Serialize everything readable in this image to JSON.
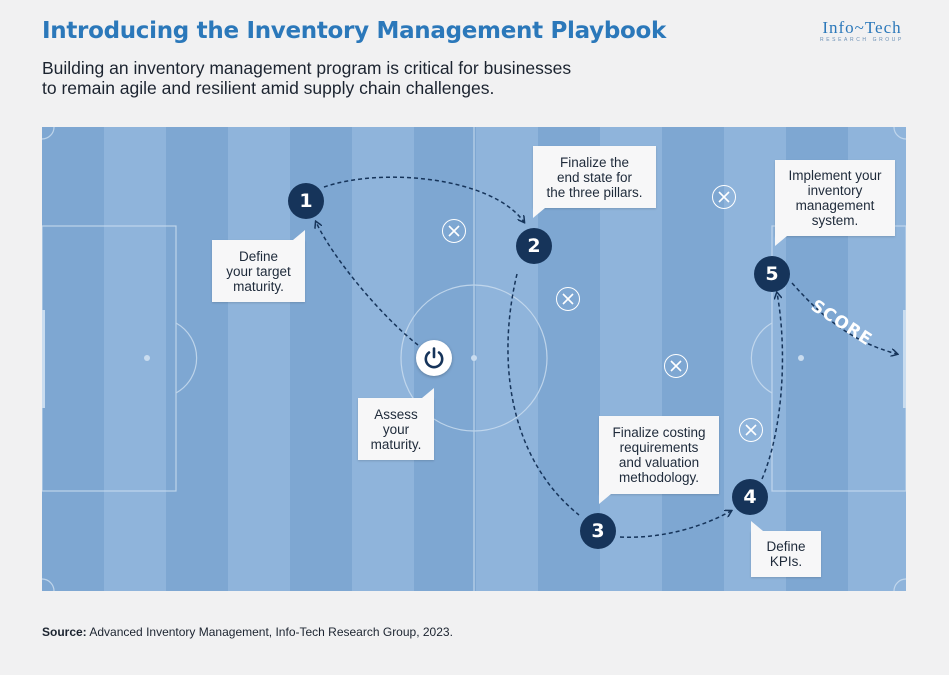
{
  "header": {
    "title": "Introducing the Inventory Management Playbook",
    "subtitle_line1": "Building an inventory management program is critical for businesses",
    "subtitle_line2": "to remain agile and resilient amid supply chain challenges.",
    "logo_main": "Info~Tech",
    "logo_sub": "RESEARCH GROUP"
  },
  "colors": {
    "title": "#2b78ba",
    "field_light": "#8fb4db",
    "field_dark": "#7ea7d2",
    "step_circle": "#16345a"
  },
  "steps": [
    {
      "number": "1",
      "callout_lines": [
        "Define",
        "your target",
        "maturity."
      ]
    },
    {
      "number": "2",
      "callout_lines": [
        "Finalize the",
        "end state for",
        "the three pillars."
      ]
    },
    {
      "number": "3",
      "callout_lines": [
        "Finalize costing",
        "requirements",
        "and valuation",
        "methodology."
      ]
    },
    {
      "number": "4",
      "callout_lines": [
        "Define",
        "KPIs."
      ]
    },
    {
      "number": "5",
      "callout_lines": [
        "Implement your",
        "inventory",
        "management",
        "system."
      ]
    }
  ],
  "start": {
    "icon": "power-icon",
    "callout_lines": [
      "Assess",
      "your",
      "maturity."
    ]
  },
  "score_label": "SCORE",
  "footer": {
    "source_label": "Source:",
    "source_text": " Advanced Inventory Management, Info-Tech Research Group, 2023."
  }
}
